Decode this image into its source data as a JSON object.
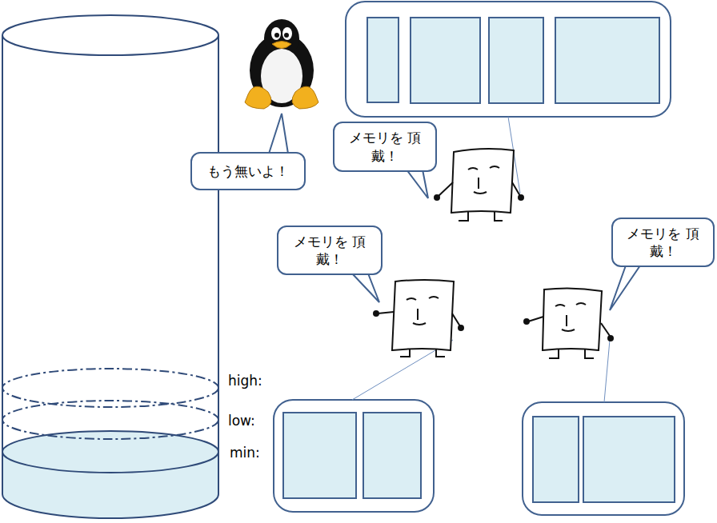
{
  "diagram": {
    "nodes": [
      {
        "text": [
          "もう無いよ！"
        ]
      },
      {
        "text": [
          "メモリを 頂戴！"
        ]
      },
      {
        "text": [
          "メモリを 頂戴！"
        ]
      },
      {
        "text": [
          "メモリを 頂戴！"
        ]
      }
    ],
    "labels": [
      "high:",
      "low:",
      "min:"
    ]
  }
}
